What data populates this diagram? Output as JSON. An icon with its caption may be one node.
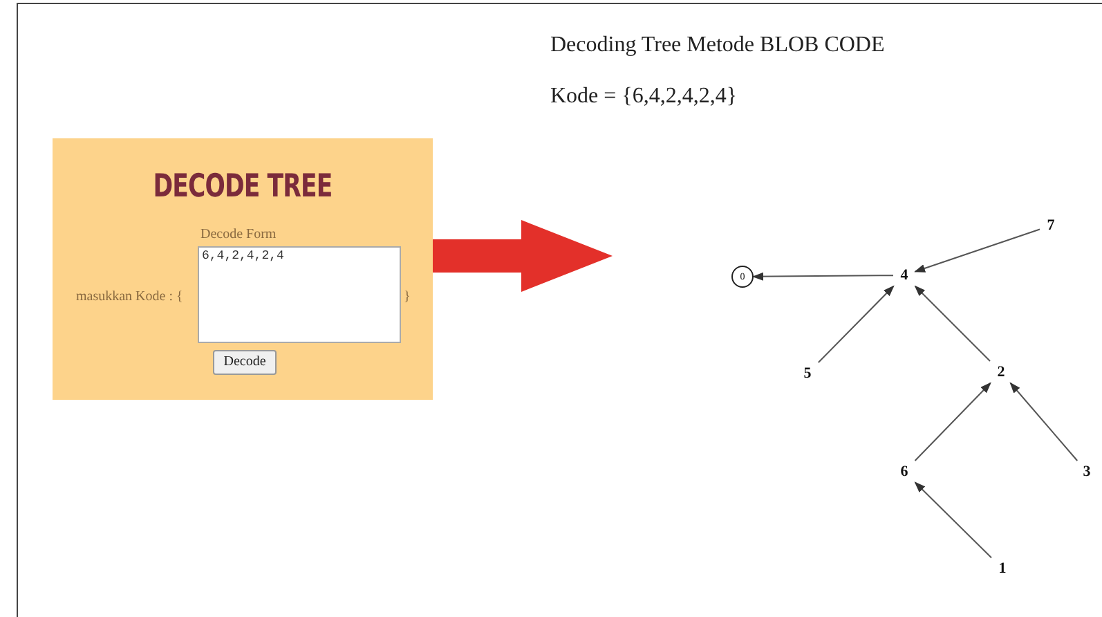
{
  "diagram": {
    "title": "Decoding Tree Metode BLOB CODE",
    "nodes": [
      {
        "text": [
          "DECODE TREE",
          "Decode Form",
          "masukkan Kode : {",
          "}"
        ]
      },
      {
        "text": [
          "6,4,2,4,2,4"
        ],
        "in": 0
      },
      {
        "text": [
          "Decode"
        ],
        "in": 0
      },
      {
        "text": [
          "0"
        ]
      },
      {
        "text": [
          "4"
        ]
      },
      {
        "text": [
          "7"
        ]
      },
      {
        "text": [
          "5"
        ]
      },
      {
        "text": [
          "2"
        ]
      },
      {
        "text": [
          "6"
        ]
      },
      {
        "text": [
          "3"
        ]
      },
      {
        "text": [
          "1"
        ]
      }
    ],
    "edges": [
      {
        "from": 0,
        "to": null,
        "arrow": "to",
        "style": "thick",
        "color": "#e3302a"
      },
      {
        "from": 4,
        "to": 3,
        "arrow": "to"
      },
      {
        "from": 5,
        "to": 4,
        "arrow": "to"
      },
      {
        "from": 6,
        "to": 4,
        "arrow": "to"
      },
      {
        "from": 7,
        "to": 4,
        "arrow": "to"
      },
      {
        "from": 8,
        "to": 7,
        "arrow": "to"
      },
      {
        "from": 9,
        "to": 7,
        "arrow": "to"
      },
      {
        "from": 10,
        "to": 8,
        "arrow": "to"
      }
    ],
    "labels": [
      "Kode = {6,4,2,4,2,4}"
    ]
  }
}
